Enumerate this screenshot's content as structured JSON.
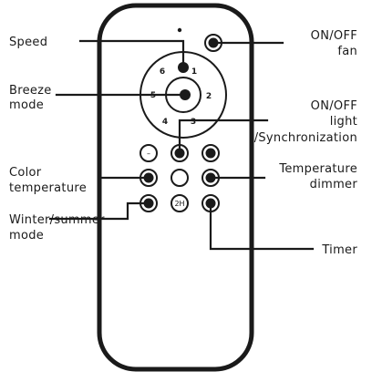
{
  "dial_numbers": {
    "n6": "6",
    "n1": "1",
    "n5": "5",
    "n2": "2",
    "n4": "4",
    "n3": "3"
  },
  "buttons": {
    "minus": "–",
    "two_h": "2H"
  },
  "labels": {
    "speed": "Speed",
    "breeze": [
      "Breeze",
      "mode"
    ],
    "color_temp": [
      "Color",
      "temperature"
    ],
    "winter_summer": [
      "Winter/summer",
      "mode"
    ],
    "onoff_fan": [
      "ON/OFF",
      "fan"
    ],
    "onoff_light": [
      "ON/OFF",
      "light",
      "/Synchronization"
    ],
    "temp_dimmer": [
      "Temperature",
      "dimmer"
    ],
    "timer": "Timer"
  }
}
